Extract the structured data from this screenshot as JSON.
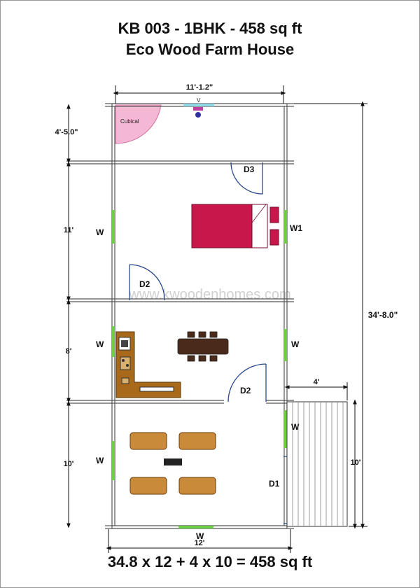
{
  "title": {
    "line1": "KB 003 - 1BHK - 458 sq ft",
    "line2": "Eco Wood Farm House"
  },
  "footer": {
    "formula": "34.8 x 12 + 4 x 10 = 458 sq ft"
  },
  "watermark": "www.kwoodenhomes.com",
  "dimensions": {
    "top_width": "11'-1.2\"",
    "bottom_width": "12'",
    "total_length": "34'-8.0\"",
    "bath_depth": "4'-5.0\"",
    "bedroom_depth": "11'",
    "kitchen_depth": "8'",
    "living_depth": "10'",
    "deck_width": "4'",
    "deck_depth": "10'"
  },
  "labels": {
    "cubical": "Cubical",
    "ventilator": "V",
    "door_bath": "D3",
    "door_bedroom": "D2",
    "door_kitchen": "D2",
    "door_main": "D1",
    "window_bedroom_left": "W",
    "window_bedroom_right": "W1",
    "window_kitchen_left": "W",
    "window_kitchen_right": "W",
    "window_living_left": "W",
    "window_living_right": "W",
    "window_bottom": "W"
  },
  "colors": {
    "wall": "#555555",
    "window": "#6ccf3f",
    "door_arc": "#2a4a8a",
    "bed": "#c8174a",
    "cubical": "#f4b8d4",
    "kitchen": "#a86a1a",
    "table": "#4a2a1a",
    "sofa": "#c98a3a"
  }
}
